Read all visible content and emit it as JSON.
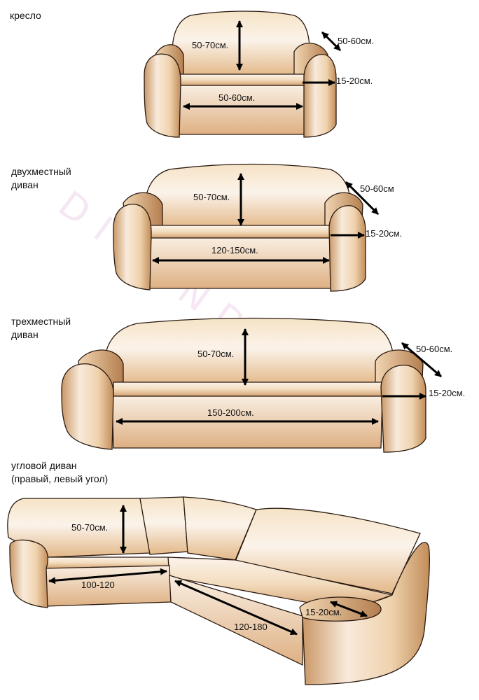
{
  "colors": {
    "light": "#fbf3ea",
    "mid": "#efcfa6",
    "dark": "#c28d5a",
    "stroke": "#2a1a10",
    "arrow": "#000000",
    "watermark": "#f2dff0"
  },
  "watermark": "DIVANDEK.RU",
  "sections": [
    {
      "id": "armchair",
      "title": "кресло",
      "labels": {
        "back_height": "50-70см.",
        "seat_width": "50-60см.",
        "arm_depth": "50-60см.",
        "arm_width": "15-20см."
      }
    },
    {
      "id": "loveseat",
      "title_lines": [
        "двухместный",
        "диван"
      ],
      "labels": {
        "back_height": "50-70см.",
        "seat_width": "120-150см.",
        "arm_depth": "50-60см",
        "arm_width": "15-20см."
      }
    },
    {
      "id": "three_seat",
      "title_lines": [
        "трехместный",
        "диван"
      ],
      "labels": {
        "back_height": "50-70см.",
        "seat_width": "150-200см.",
        "arm_depth": "50-60см.",
        "arm_width": "15-20см."
      }
    },
    {
      "id": "corner",
      "title_lines": [
        "угловой диван",
        "(правый, левый угол)"
      ],
      "labels": {
        "back_height": "50-70см.",
        "left_seat": "100-120",
        "right_seat": "120-180",
        "arm_width": "15-20см."
      }
    }
  ]
}
